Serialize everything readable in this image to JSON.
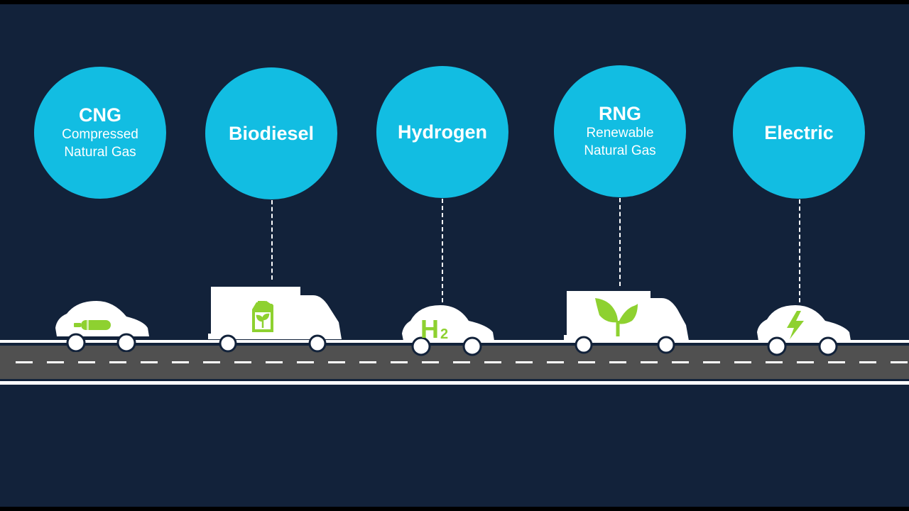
{
  "colors": {
    "background": "#12223a",
    "circle": "#12bde2",
    "vehicle": "#ffffff",
    "accent_green": "#8ed130",
    "road": "#505050"
  },
  "fuels": [
    {
      "title": "CNG",
      "subtitle_line1": "Compressed",
      "subtitle_line2": "Natural Gas",
      "vehicle_icon": "gas-cylinder-icon"
    },
    {
      "title": "Biodiesel",
      "subtitle_line1": "",
      "subtitle_line2": "",
      "vehicle_icon": "fuel-canister-leaf-icon"
    },
    {
      "title": "Hydrogen",
      "subtitle_line1": "",
      "subtitle_line2": "",
      "vehicle_icon": "h2-icon",
      "icon_text": "H",
      "icon_sub": "2"
    },
    {
      "title": "RNG",
      "subtitle_line1": "Renewable",
      "subtitle_line2": "Natural Gas",
      "vehicle_icon": "sprout-icon"
    },
    {
      "title": "Electric",
      "subtitle_line1": "",
      "subtitle_line2": "",
      "vehicle_icon": "lightning-bolt-icon"
    }
  ]
}
